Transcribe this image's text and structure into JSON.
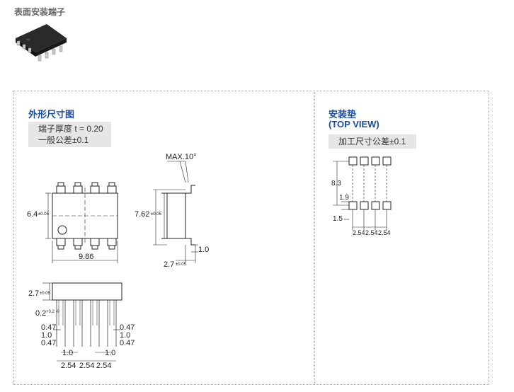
{
  "header": {
    "title": "表面安装端子"
  },
  "outline": {
    "title": "外形尺寸图",
    "note_line1": "端子厚度 t = 0.20",
    "note_line2": "一般公差±0.1",
    "dims": {
      "width_main": "6.4",
      "width_tol": "±0.05",
      "length": "9.86",
      "side_width": "7.62",
      "side_tol": "±0.05",
      "max_angle": "MAX.10°",
      "lead_h": "1.0",
      "side_height": "2.7",
      "side_height_tol": "±0.05",
      "front_height": "2.7",
      "front_height_tol": "±0.05",
      "lead_thick": "0.2",
      "lead_thick_tol": "+0.2 -0",
      "lead_a": "0.47",
      "lead_b": "1.0",
      "lead_c": "0.47",
      "pitch_small": "1.0",
      "pitch": "2.54"
    }
  },
  "pad": {
    "title": "安装垫",
    "subtitle": "(TOP VIEW)",
    "note": "加工尺寸公差±0.1",
    "dims": {
      "span": "8.3",
      "pad_len": "1.9",
      "pad_w": "1.5",
      "pitch": "2.54"
    }
  },
  "icons": [
    "ic-chip-photo"
  ]
}
